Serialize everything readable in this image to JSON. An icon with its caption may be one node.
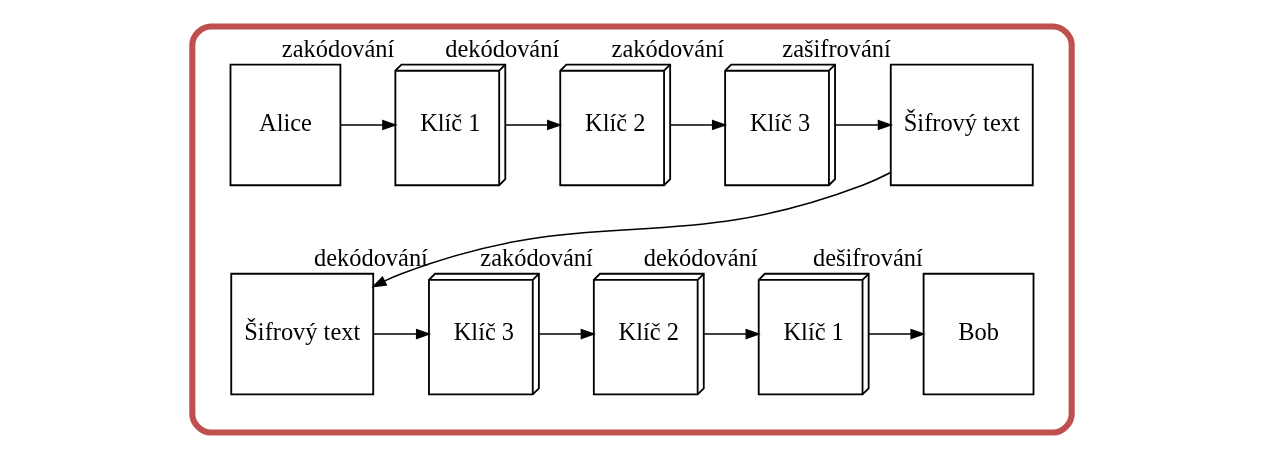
{
  "diagram": {
    "nodes": [
      {
        "text": [],
        "shape": "box"
      },
      {
        "text": [
          "Alice"
        ],
        "in": 0
      },
      {
        "text": [
          "Klíč 1"
        ],
        "in": 0,
        "beside": [
          "zakódování"
        ]
      },
      {
        "text": [
          "Klíč 2"
        ],
        "in": 0,
        "beside": [
          "dekódování"
        ]
      },
      {
        "text": [
          "Klíč 3"
        ],
        "in": 0,
        "beside": [
          "zakódování"
        ]
      },
      {
        "text": [
          "Šifrový text"
        ],
        "in": 0,
        "beside": [
          "zašifrování"
        ]
      },
      {
        "text": [
          "Šifrový text"
        ],
        "in": 0
      },
      {
        "text": [
          "Klíč 3"
        ],
        "in": 0,
        "beside": [
          "dekódování"
        ]
      },
      {
        "text": [
          "Klíč 2"
        ],
        "in": 0,
        "beside": [
          "zakódování"
        ]
      },
      {
        "text": [
          "Klíč 1"
        ],
        "in": 0,
        "beside": [
          "dekódování"
        ]
      },
      {
        "text": [
          "Bob"
        ],
        "in": 0,
        "beside": [
          "dešifrování"
        ]
      }
    ],
    "edges": [
      {
        "from": 1,
        "to": 2,
        "arrow": "to"
      },
      {
        "from": 2,
        "to": 3,
        "arrow": "to"
      },
      {
        "from": 3,
        "to": 4,
        "arrow": "to"
      },
      {
        "from": 4,
        "to": 5,
        "arrow": "to"
      },
      {
        "from": 5,
        "to": 6,
        "arrow": "to"
      },
      {
        "from": 6,
        "to": 7,
        "arrow": "to"
      },
      {
        "from": 7,
        "to": 8,
        "arrow": "to"
      },
      {
        "from": 8,
        "to": 9,
        "arrow": "to"
      },
      {
        "from": 9,
        "to": 10,
        "arrow": "to"
      }
    ]
  }
}
